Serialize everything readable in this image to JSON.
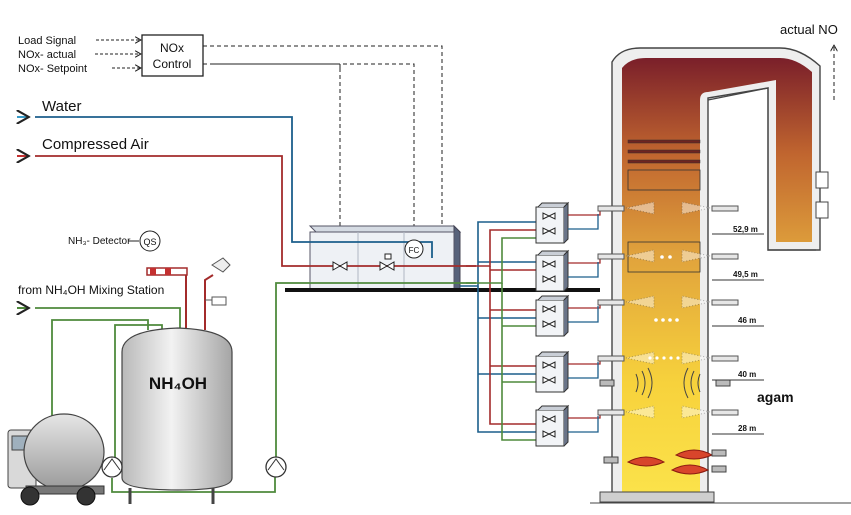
{
  "control": {
    "inputs": [
      "Load Signal",
      "NOx- actual",
      "NOx- Setpoint"
    ],
    "box_line1": "NOx",
    "box_line2": "Control"
  },
  "inlets": {
    "water": "Water",
    "air": "Compressed Air",
    "mixing": "from NH₄OH Mixing Station"
  },
  "detector": {
    "label": "NH₃- Detector",
    "tag": "QS"
  },
  "fc_tag": "FC",
  "tank_label": "NH₄OH",
  "outlet_label": "actual NO",
  "brand": "agam",
  "levels": [
    "52,9 m",
    "49,5 m",
    "46 m",
    "40 m",
    "28 m"
  ],
  "colors": {
    "water": "#1c5f8c",
    "air": "#a32b2b",
    "ammonia": "#4f8a3c",
    "signal": "#222222"
  }
}
